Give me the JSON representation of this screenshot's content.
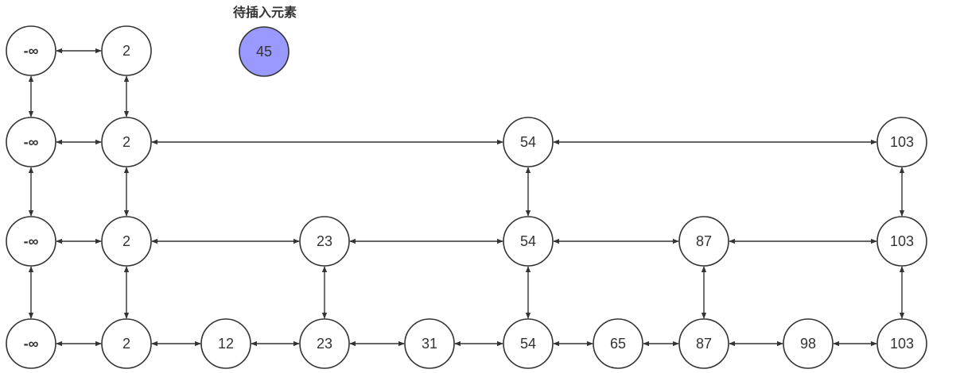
{
  "diagram": {
    "pending_title": "待插入元素",
    "pending_value": "45",
    "pending_color": "#9999ff",
    "line_color": "#333333",
    "levels": [
      [
        "-∞",
        "2"
      ],
      [
        "-∞",
        "2",
        "54",
        "103"
      ],
      [
        "-∞",
        "2",
        "23",
        "54",
        "87",
        "103"
      ],
      [
        "-∞",
        "2",
        "12",
        "23",
        "31",
        "54",
        "65",
        "87",
        "98",
        "103"
      ]
    ]
  }
}
